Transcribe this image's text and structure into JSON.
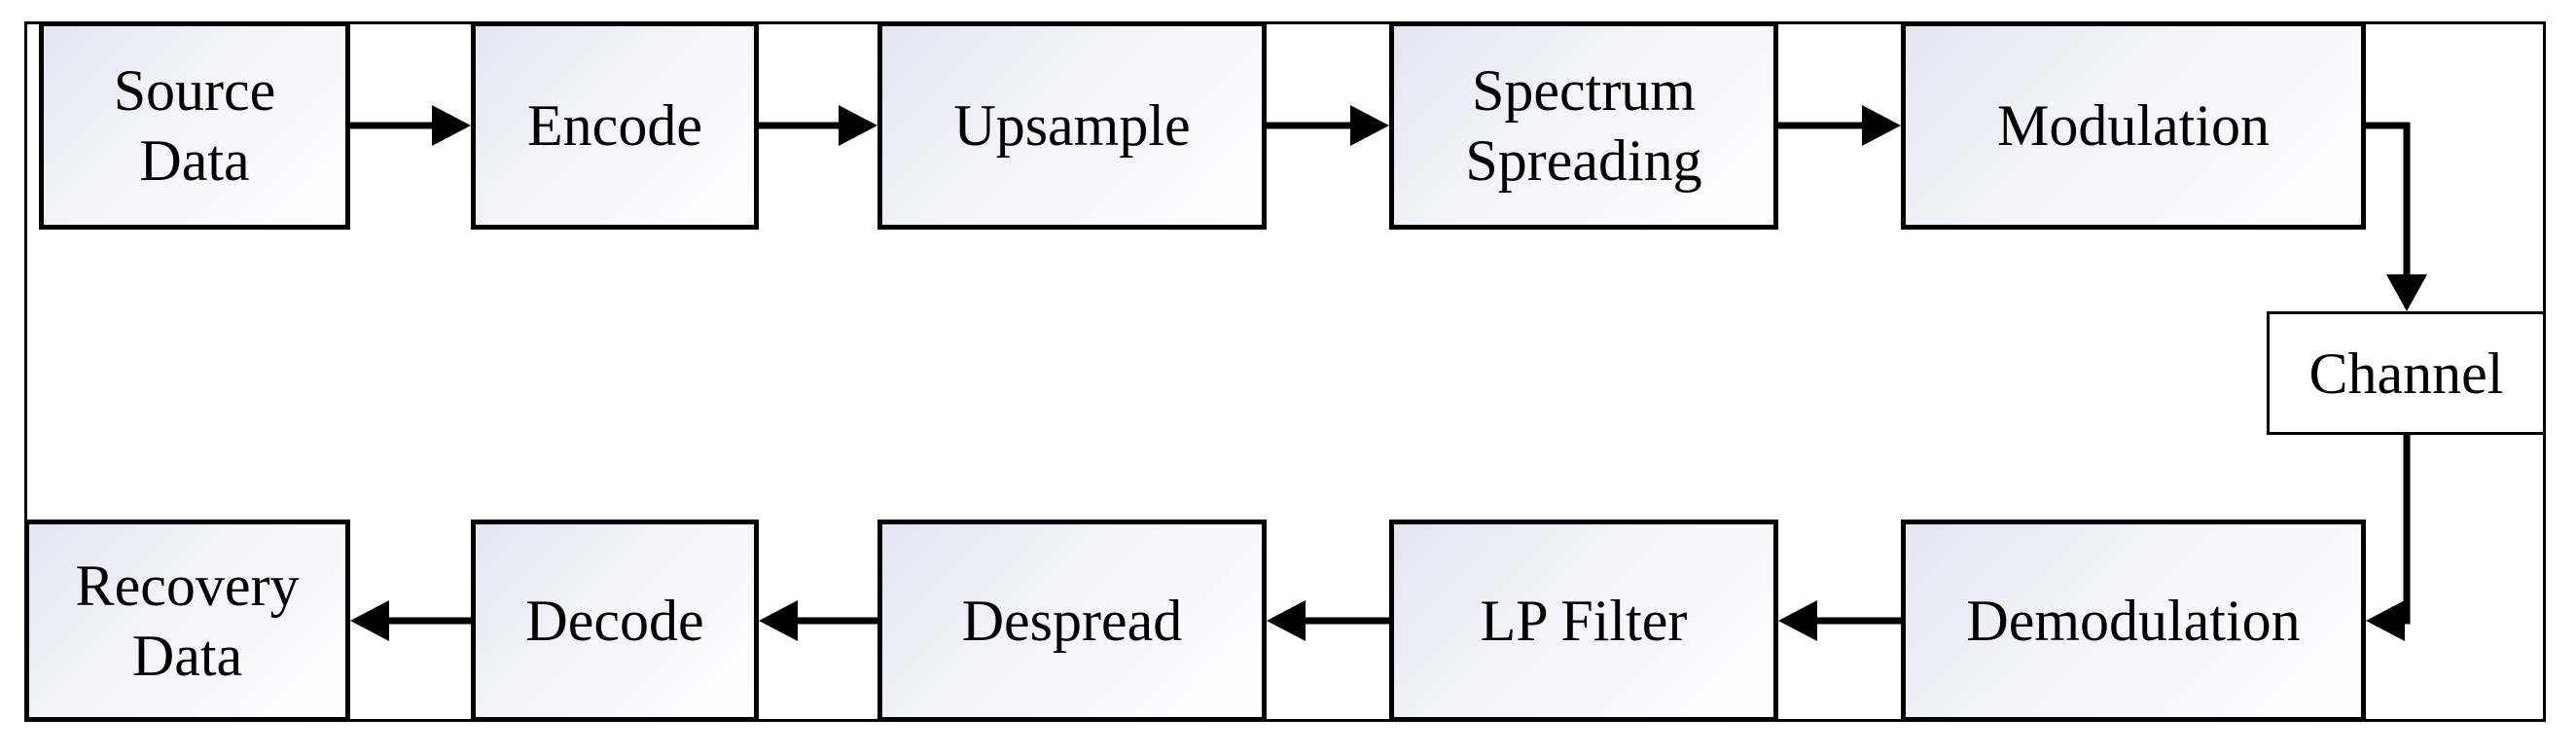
{
  "blocks": {
    "source_data": "Source\nData",
    "encode": "Encode",
    "upsample": "Upsample",
    "spectrum_spreading": "Spectrum\nSpreading",
    "modulation": "Modulation",
    "channel": "Channel",
    "demodulation": "Demodulation",
    "lp_filter": "LP Filter",
    "despread": "Despread",
    "decode": "Decode",
    "recovery_data": "Recovery\nData"
  },
  "connections": [
    [
      "source_data",
      "encode"
    ],
    [
      "encode",
      "upsample"
    ],
    [
      "upsample",
      "spectrum_spreading"
    ],
    [
      "spectrum_spreading",
      "modulation"
    ],
    [
      "modulation",
      "channel"
    ],
    [
      "channel",
      "demodulation"
    ],
    [
      "demodulation",
      "lp_filter"
    ],
    [
      "lp_filter",
      "despread"
    ],
    [
      "despread",
      "decode"
    ],
    [
      "decode",
      "recovery_data"
    ]
  ]
}
